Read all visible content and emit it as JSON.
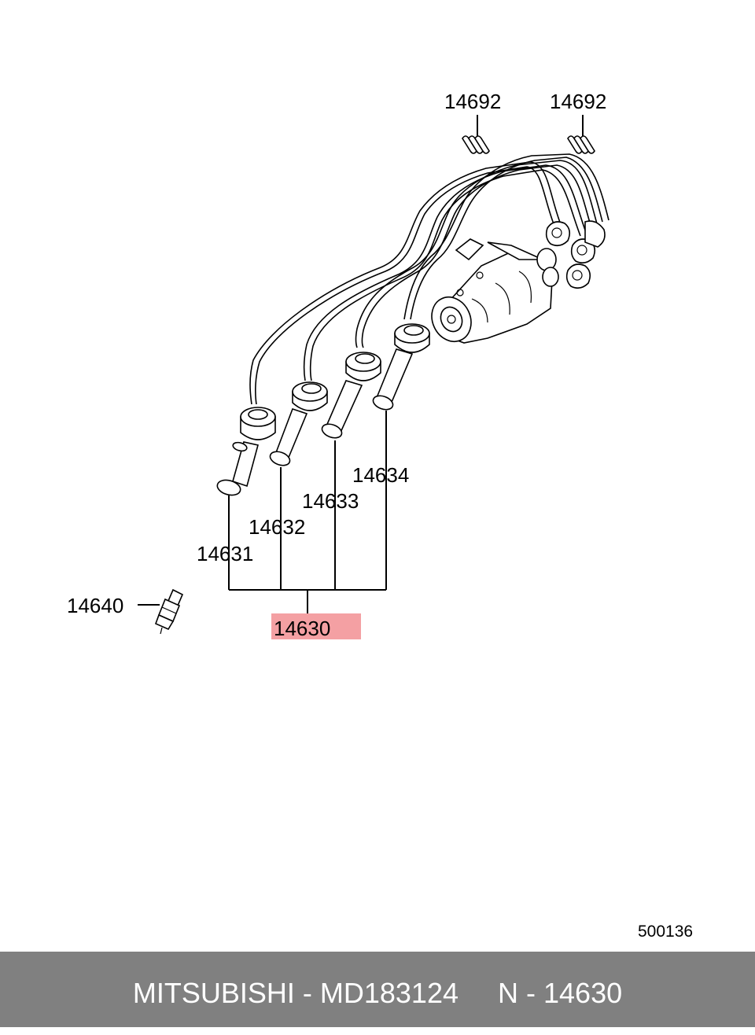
{
  "labels": {
    "clip_left": "14692",
    "clip_right": "14692",
    "cable_1": "14631",
    "cable_2": "14632",
    "cable_3": "14633",
    "cable_4": "14634",
    "spark_plug": "14640",
    "cable_set": "14630",
    "diagram_code": "500136"
  },
  "footer": {
    "text": "MITSUBISHI - MD183124     N - 14630"
  },
  "colors": {
    "highlight": "#f4a0a3",
    "footer_bg": "#808080",
    "footer_text": "#ffffff"
  }
}
